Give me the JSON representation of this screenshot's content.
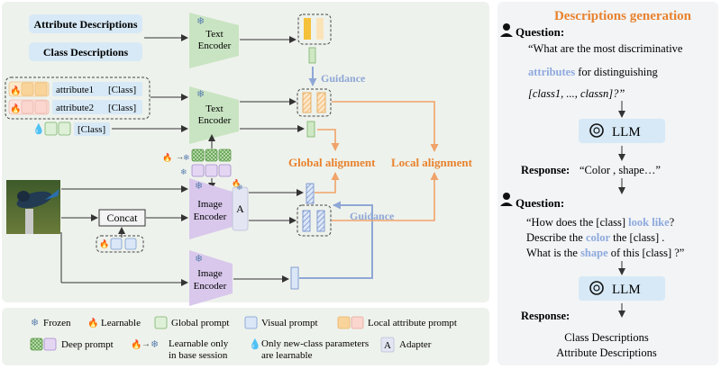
{
  "left": {
    "attribute_descriptions": "Attribute Descriptions",
    "class_descriptions": "Class Descriptions",
    "text_encoder_top": [
      "Text",
      "Encoder"
    ],
    "text_encoder_mid": [
      "Text",
      "Encoder"
    ],
    "image_encoder_mid": [
      "Image",
      "Encoder"
    ],
    "image_encoder_bottom": [
      "Image",
      "Encoder"
    ],
    "attribute1": "attribute1",
    "attribute2": "attribute2",
    "class_token": "[Class]",
    "concat": "Concat",
    "adapter_letter": "A",
    "guidance_top": "Guidance",
    "guidance_bottom": "Guidance",
    "global_alignment": "Global alignment",
    "local_alignment": "Local alignment"
  },
  "legend": {
    "frozen": "Frozen",
    "learnable": "Learnable",
    "global_prompt": "Global prompt",
    "visual_prompt": "Visual prompt",
    "local_attribute_prompt": "Local attribute prompt",
    "deep_prompt": "Deep prompt",
    "learnable_only_base": [
      "Learnable only",
      "in base session"
    ],
    "only_new_class": [
      "Only new-class parameters",
      "are learnable"
    ],
    "adapter_letter": "A",
    "adapter": "Adapter"
  },
  "right": {
    "title": "Descriptions generation",
    "question_label": "Question:",
    "q1_line1": "“What are the most discriminative",
    "q1_attr": "attributes",
    "q1_line2_rest": " for distinguishing",
    "q1_line3": "[class1, ..., classn]?”",
    "llm": "LLM",
    "response_label": "Response:",
    "response1": "“Color , shape…”",
    "q2_l1_a": "“How does the [class] ",
    "q2_l1_b": "look like",
    "q2_l1_c": "?",
    "q2_l2_a": "Describe the ",
    "q2_l2_b": "color",
    "q2_l2_c": " the [class] .",
    "q2_l3_a": "What is the ",
    "q2_l3_b": "shape",
    "q2_l3_c": " of this [class] ?”",
    "out1": "Class Descriptions",
    "out2": "Attribute Descriptions"
  },
  "colors": {
    "orange": "#e8822e",
    "guidance_blue": "#8fa7d6",
    "highlight_blue": "#8ea9dd",
    "encoder_green": "#c9e4c2",
    "encoder_purple": "#d9c8ec",
    "desc_box_blue": "#d7e9f6"
  }
}
